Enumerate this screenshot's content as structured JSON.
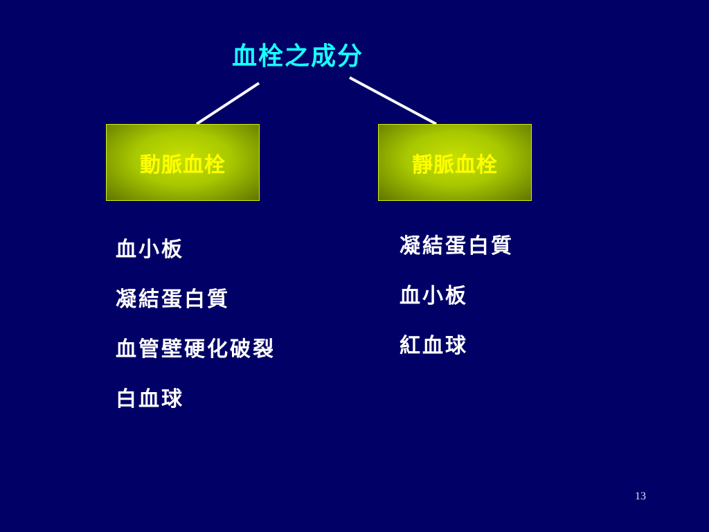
{
  "slide": {
    "title": "血栓之成分",
    "page_number": "13"
  },
  "arterial": {
    "label": "動脈血栓",
    "items": [
      "血小板",
      "凝結蛋白質",
      "血管壁硬化破裂",
      "白血球"
    ]
  },
  "venous": {
    "label": "靜脈血栓",
    "items": [
      "凝結蛋白質",
      "血小板",
      "紅血球"
    ]
  },
  "colors": {
    "background": "#000066",
    "title": "#19ffff",
    "box_fill": "#a8c800",
    "box_text": "#ffff00",
    "list_text": "#ffffff"
  }
}
